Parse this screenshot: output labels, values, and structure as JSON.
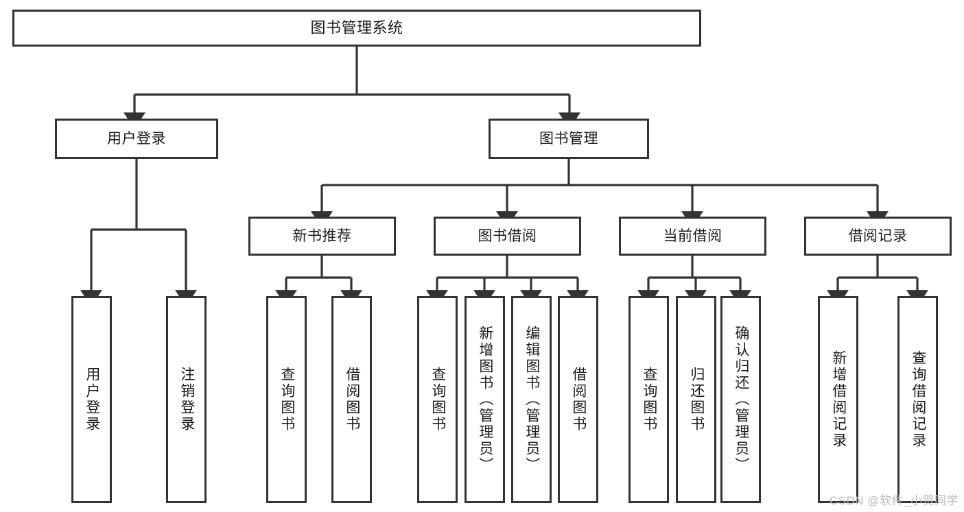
{
  "diagram": {
    "title": "图书管理系统",
    "type": "tree-hierarchy",
    "background_color": "#ffffff",
    "line_color": "#333333",
    "box_border_color": "#333333",
    "text_color": "#1a1a1a"
  },
  "nodes": {
    "root": {
      "label": "图书管理系统"
    },
    "level2": [
      {
        "label": "用户登录"
      },
      {
        "label": "图书管理"
      }
    ],
    "level3": [
      {
        "label": "新书推荐"
      },
      {
        "label": "图书借阅"
      },
      {
        "label": "当前借阅"
      },
      {
        "label": "借阅记录"
      }
    ],
    "leaves": {
      "user_login": [
        {
          "label": "用户登录"
        },
        {
          "label": "注销登录"
        }
      ],
      "new_book_recommend": [
        {
          "label": "查询图书"
        },
        {
          "label": "借阅图书"
        }
      ],
      "book_borrow": [
        {
          "label": "查询图书"
        },
        {
          "label": "新增图书（管理员）"
        },
        {
          "label": "编辑图书（管理员）"
        },
        {
          "label": "借阅图书"
        }
      ],
      "current_borrow": [
        {
          "label": "查询图书"
        },
        {
          "label": "归还图书"
        },
        {
          "label": "确认归还（管理员）"
        }
      ],
      "borrow_record": [
        {
          "label": "新增借阅记录"
        },
        {
          "label": "查询借阅记录"
        }
      ]
    }
  },
  "watermark": {
    "text": "CSDN @软件_小贺同学"
  }
}
